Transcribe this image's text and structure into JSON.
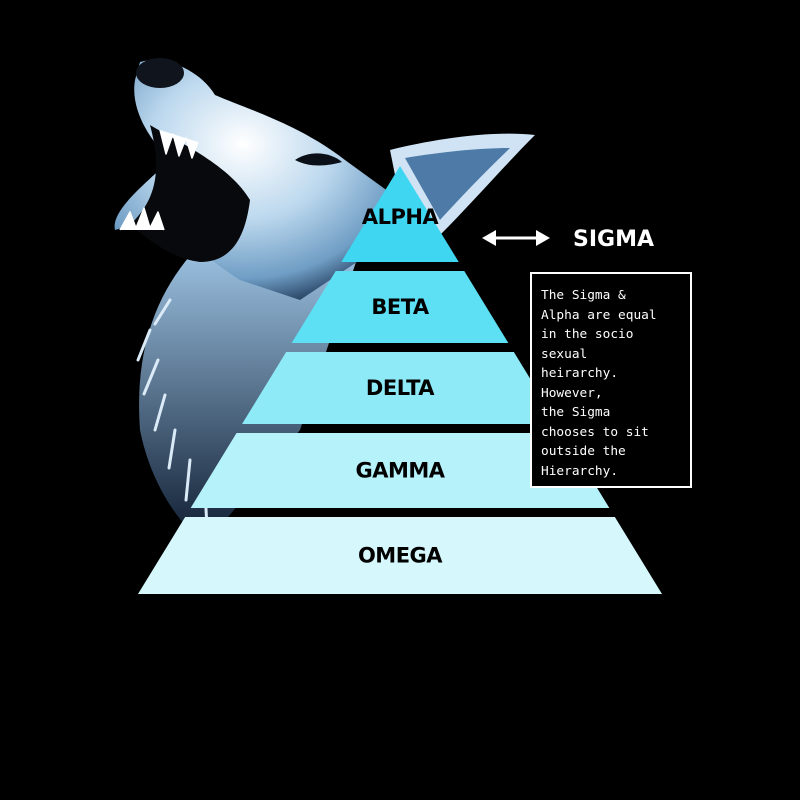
{
  "pyramid": {
    "tiers": [
      {
        "label": "ALPHA",
        "color": "#3fd6f2"
      },
      {
        "label": "BETA",
        "color": "#5de0f4"
      },
      {
        "label": "DELTA",
        "color": "#8eeaf7"
      },
      {
        "label": "GAMMA",
        "color": "#b6f2fa"
      },
      {
        "label": "OMEGA",
        "color": "#d6f8fc"
      }
    ]
  },
  "sigma": {
    "label": "SIGMA",
    "arrow_icon": "double-headed-arrow-icon",
    "color": "#ffffff"
  },
  "note": {
    "text": "The Sigma &\nAlpha are equal\nin the socio\nsexual\nheirarchy.\nHowever,\nthe Sigma\nchooses to sit\noutside the\nHierarchy."
  },
  "illustration": {
    "subject": "howling-wolf-illustration",
    "palette": [
      "#ffffff",
      "#bcd8ee",
      "#6f9dc4",
      "#1d3656"
    ]
  }
}
